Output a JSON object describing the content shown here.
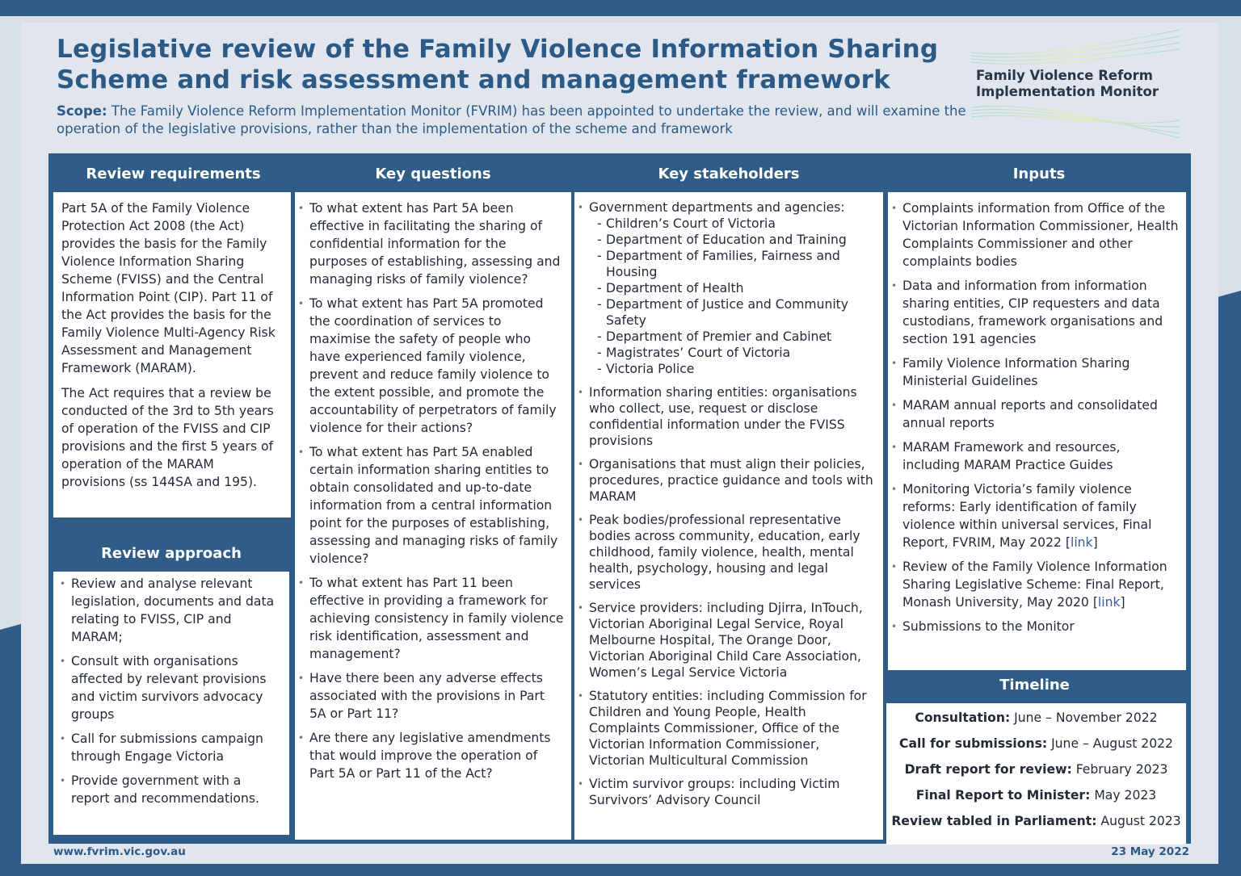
{
  "title": "Legislative review of the Family Violence Information Sharing Scheme and risk assessment and management framework",
  "scope": {
    "label": "Scope:",
    "text": "The Family Violence Reform Implementation Monitor (FVRIM) has been appointed to undertake the review, and will examine the operation of the legislative provisions, rather than the implementation of the scheme and framework"
  },
  "logo": {
    "line1": "Family Violence Reform",
    "line2": "Implementation Monitor"
  },
  "headers": {
    "review_requirements": "Review requirements",
    "key_questions": "Key questions",
    "key_stakeholders": "Key stakeholders",
    "inputs": "Inputs",
    "review_approach": "Review approach",
    "timeline": "Timeline"
  },
  "review_requirements": [
    "Part 5A of the Family Violence Protection Act 2008 (the Act) provides the basis for the Family Violence Information Sharing Scheme (FVISS) and the Central Information Point (CIP). Part 11 of the Act provides the basis for the Family Violence Multi-Agency Risk Assessment and Management Framework (MARAM).",
    "The Act requires that a review be conducted of the 3rd to 5th years of operation of the FVISS and CIP provisions and the first 5 years of operation of the MARAM provisions (ss 144SA and 195)."
  ],
  "review_approach": [
    "Review and analyse relevant legislation, documents and data relating to FVISS, CIP and MARAM;",
    "Consult with organisations affected by relevant provisions and victim survivors advocacy groups",
    "Call for submissions campaign through Engage Victoria",
    "Provide government with a report and recommendations."
  ],
  "key_questions": [
    "To what extent has Part 5A been effective in facilitating the sharing of confidential information for the purposes of establishing, assessing and managing risks of family violence?",
    "To what extent has Part 5A promoted the coordination of services to maximise the safety of people who have experienced family violence, prevent and reduce family violence to the extent possible, and promote the accountability of perpetrators of family violence for their actions?",
    "To what extent has Part 5A enabled certain information sharing entities to obtain consolidated and up-to-date information from a central information point for the purposes of establishing, assessing and managing risks of family violence?",
    "To what extent has Part 11 been effective in providing a framework for achieving consistency in family violence risk identification, assessment and management?",
    "Have there been any adverse effects associated with the provisions in Part 5A or Part 11?",
    "Are there any legislative amendments that would improve the operation of Part 5A or Part 11 of the Act?"
  ],
  "key_stakeholders": {
    "gov_intro": "Government departments and agencies:",
    "gov_list": [
      "Children’s Court of Victoria",
      "Department of Education and Training",
      "Department of Families, Fairness and Housing",
      "Department of Health",
      "Department of Justice and Community Safety",
      "Department of Premier and Cabinet",
      "Magistrates’ Court of Victoria",
      "Victoria Police"
    ],
    "others": [
      "Information sharing entities: organisations who collect, use, request or disclose confidential information under the FVISS provisions",
      "Organisations that must align their policies, procedures, practice guidance and tools with MARAM",
      "Peak bodies/professional representative bodies across community, education, early childhood, family violence, health, mental health, psychology, housing and legal services",
      "Service providers: including Djirra, InTouch, Victorian Aboriginal Legal Service, Royal Melbourne Hospital, The Orange Door, Victorian Aboriginal Child Care Association, Women’s Legal Service Victoria",
      "Statutory entities: including Commission for Children and Young People, Health Complaints Commissioner, Office of the Victorian Information Commissioner, Victorian Multicultural Commission",
      "Victim survivor groups: including Victim Survivors’ Advisory Council"
    ]
  },
  "inputs": {
    "items": [
      "Complaints information from Office of the Victorian Information Commissioner, Health Complaints Commissioner and other complaints bodies",
      "Data and information from information sharing entities, CIP requesters and data custodians, framework organisations and section 191 agencies",
      "Family Violence Information Sharing Ministerial Guidelines",
      "MARAM annual reports and consolidated annual reports",
      "MARAM Framework and resources, including MARAM Practice Guides"
    ],
    "monitoring_text": "Monitoring Victoria’s family violence reforms: Early identification of family violence within universal services, Final Report, FVRIM, May 2022",
    "review_text": "Review of the Family Violence Information Sharing Legislative Scheme: Final Report, Monash University, May 2020",
    "link_label": "link",
    "submissions": "Submissions to the Monitor"
  },
  "timeline": [
    {
      "label": "Consultation:",
      "value": "June – November 2022"
    },
    {
      "label": "Call for submissions:",
      "value": "June – August 2022"
    },
    {
      "label": "Draft report for review:",
      "value": "February 2023"
    },
    {
      "label": "Final Report to Minister:",
      "value": "May 2023"
    },
    {
      "label": "Review tabled in Parliament:",
      "value": "August 2023"
    }
  ],
  "footer": {
    "url": "www.fvrim.vic.gov.au",
    "date": "23 May 2022"
  },
  "colors": {
    "navy": "#2f5d87",
    "title": "#2c5a86",
    "sheet": "#e1e6ee"
  }
}
